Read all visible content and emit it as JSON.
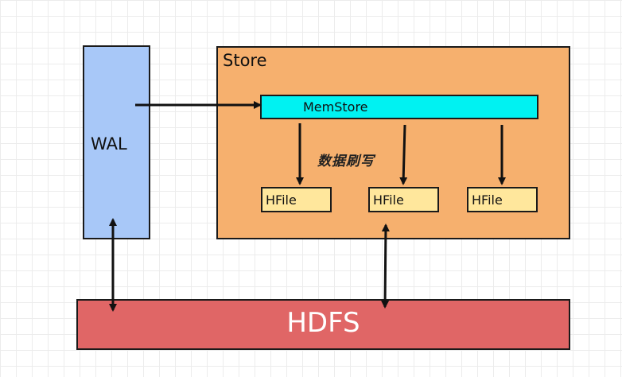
{
  "wal": {
    "label": "WAL"
  },
  "store": {
    "label": "Store",
    "memstore": {
      "label": "MemStore"
    },
    "flush_label": "数据刷写",
    "hfiles": [
      {
        "label": "HFile"
      },
      {
        "label": "HFile"
      },
      {
        "label": "HFile"
      }
    ]
  },
  "hdfs": {
    "label": "HDFS"
  },
  "colors": {
    "wal_fill": "#a8c8f8",
    "store_fill": "#f6b06e",
    "memstore_fill": "#00f2f2",
    "hfile_fill": "#ffe79c",
    "hdfs_fill": "#e06666",
    "stroke": "#1a1a1a"
  }
}
